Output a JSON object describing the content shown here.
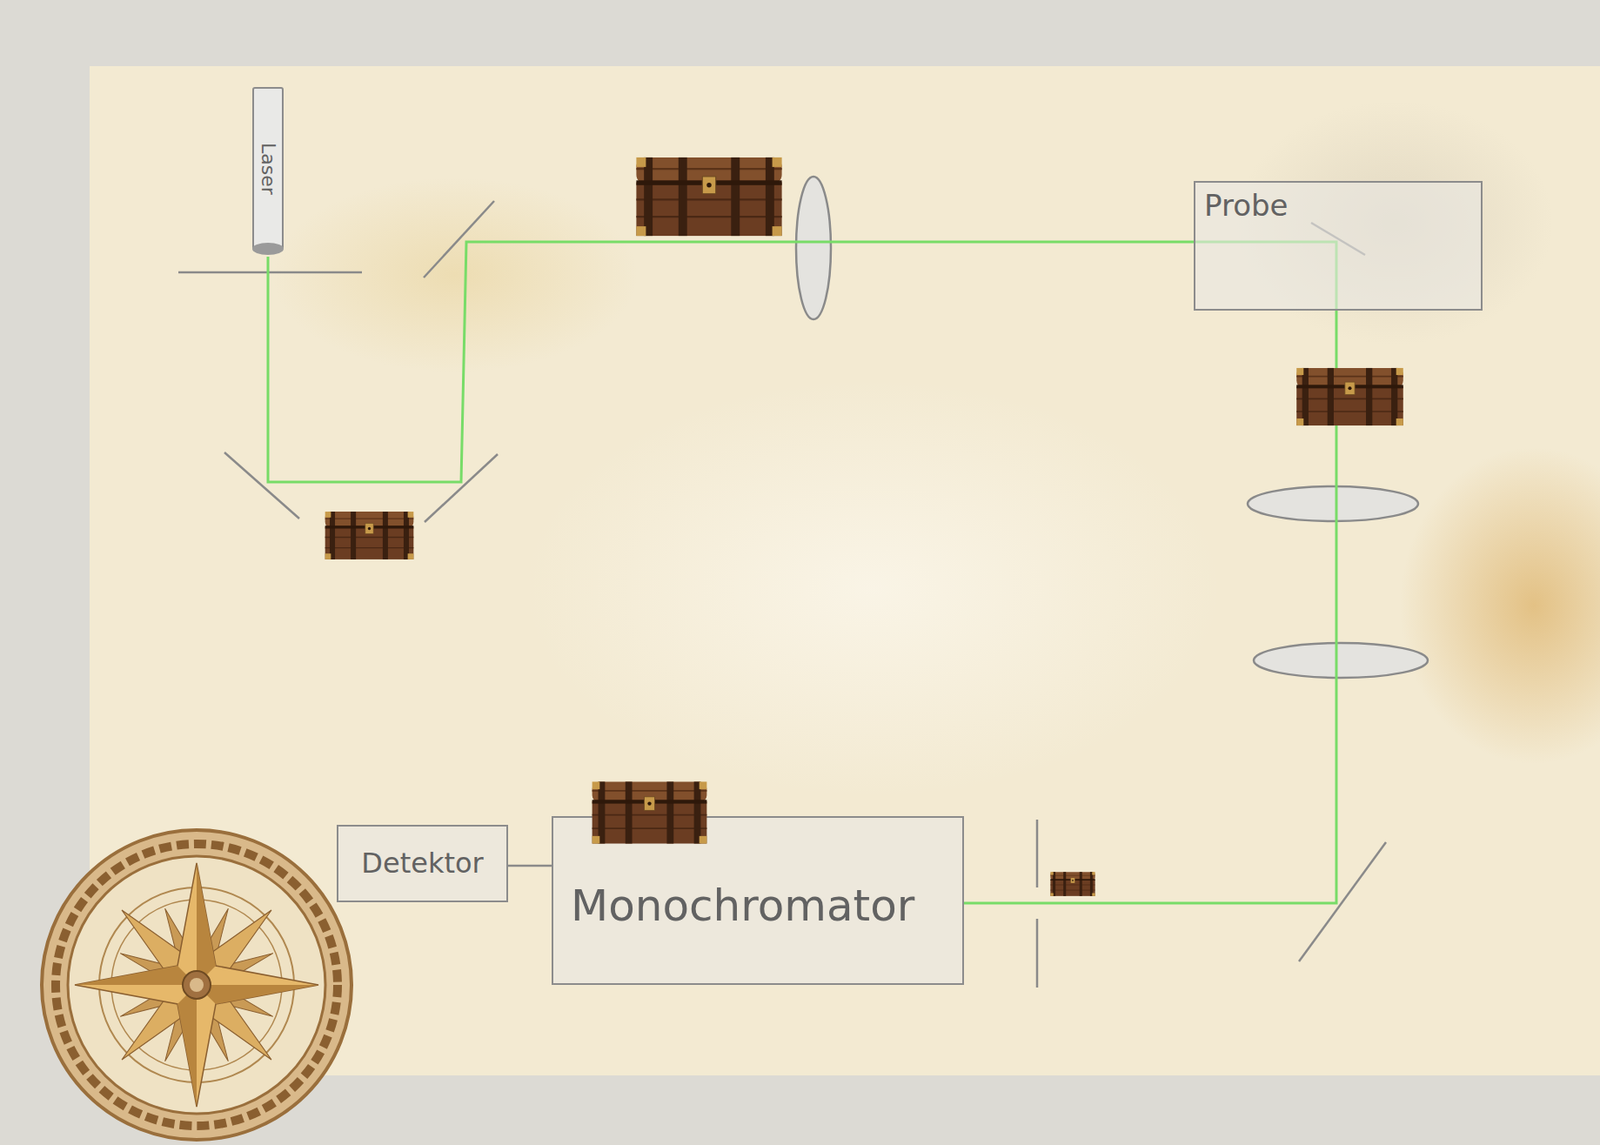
{
  "diagram": {
    "nodes": [
      {
        "text": [
          "Laser"
        ]
      },
      {
        "text": [
          "Probe"
        ]
      },
      {
        "text": [
          "Detektor"
        ]
      },
      {
        "text": [
          "Monochromator"
        ]
      }
    ],
    "edges": [
      {
        "from": 0,
        "to": 1,
        "arrow": "none"
      },
      {
        "from": 1,
        "to": 3,
        "arrow": "none"
      },
      {
        "from": 2,
        "to": 3,
        "arrow": "none"
      }
    ]
  }
}
